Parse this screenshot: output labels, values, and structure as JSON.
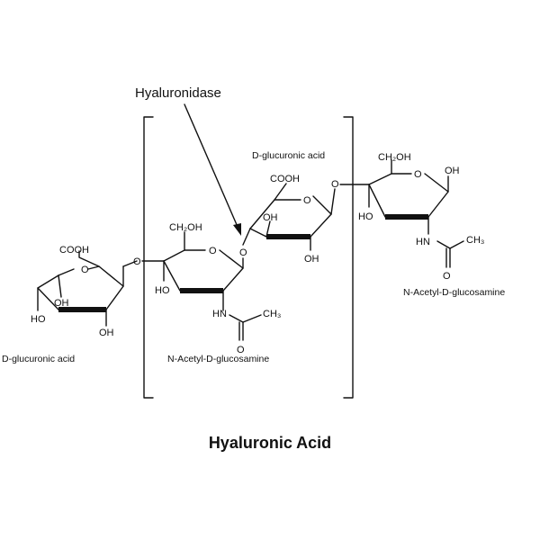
{
  "diagram": {
    "enzyme_label": "Hyaluronidase",
    "title": "Hyaluronic Acid",
    "unit_labels": {
      "glucuronic_left": "D-glucuronic acid",
      "glucuronic_mid": "D-glucuronic acid",
      "nag_mid": "N-Acetyl-D-glucosamine",
      "nag_right": "N-Acetyl-D-glucosamine"
    },
    "atoms": {
      "cooh_left": "COOH",
      "oh_left_1": "OH",
      "ho_left": "HO",
      "oh_left_2": "OH",
      "o_link_1": "O",
      "ch2oh_mid": "CH₂OH",
      "ho_mid": "HO",
      "hn_mid": "HN",
      "ch3_mid": "CH₃",
      "o_carbonyl_mid": "O",
      "o_link_2": "O",
      "cooh_mid": "COOH",
      "oh_mid_1": "OH",
      "oh_mid_2": "OH",
      "o_link_3": "O",
      "ch2oh_right": "CH₂OH",
      "oh_right_top": "OH",
      "ho_right": "HO",
      "hn_right": "HN",
      "ch3_right": "CH₃",
      "o_carbonyl_right": "O",
      "o_ring": "O"
    }
  }
}
